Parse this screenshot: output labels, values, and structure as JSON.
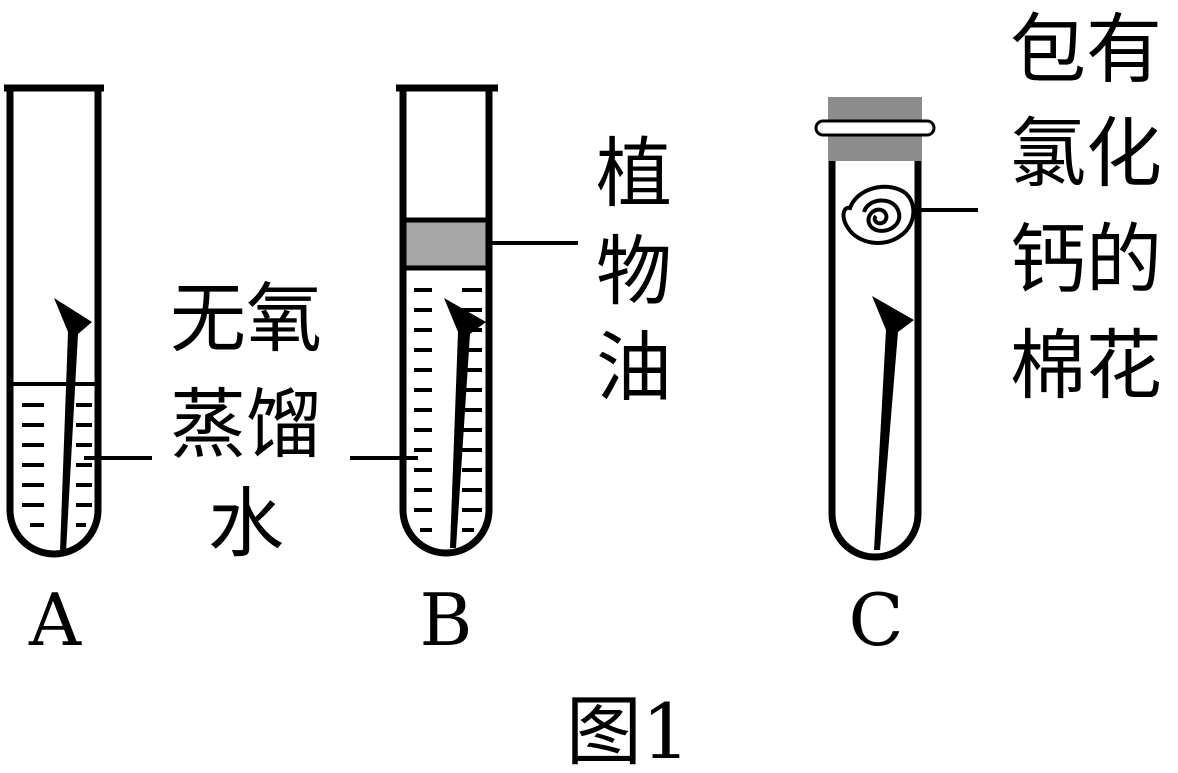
{
  "figure": {
    "caption": "图1",
    "tubes": [
      {
        "letter": "A",
        "callout": "无氧蒸馏水"
      },
      {
        "letter": "B",
        "callout": "植物油"
      },
      {
        "letter": "C",
        "callout": "包有氯化钙的棉花"
      }
    ],
    "shared_label": {
      "line1": "无氧",
      "line2": "蒸馏",
      "line3": "水"
    },
    "oil_label": {
      "char1": "植",
      "char2": "物",
      "char3": "油"
    },
    "cotton_label": {
      "line1": "包有",
      "line2": "氯化",
      "line3": "钙的",
      "line4": "棉花"
    },
    "colors": {
      "ink": "#000000",
      "oil": "#a6a6a6",
      "stopper": "#8c8c8c"
    }
  }
}
